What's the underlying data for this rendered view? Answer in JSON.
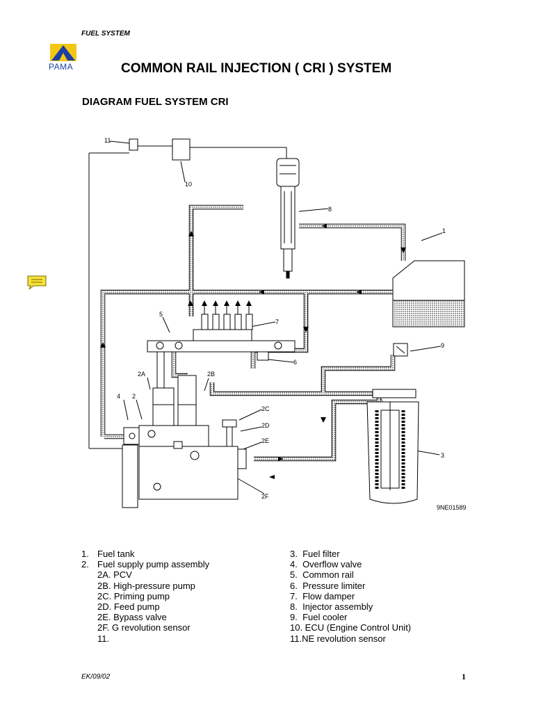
{
  "header": {
    "section": "FUEL SYSTEM"
  },
  "logo": {
    "text": "PAMA",
    "color": "#1b3fa3",
    "accent": "#f3c614"
  },
  "title": "COMMON RAIL INJECTION ( CRI ) SYSTEM",
  "subtitle": "DIAGRAM FUEL SYSTEM CRI",
  "diagram": {
    "callouts": [
      "11",
      "10",
      "8",
      "1",
      "5",
      "7",
      "9",
      "6",
      "2A",
      "2B",
      "4",
      "2",
      "2C",
      "2D",
      "2E",
      "3",
      "2F"
    ],
    "code": "9NE01589"
  },
  "legend": {
    "left": [
      {
        "num": "1.",
        "text": "Fuel tank"
      },
      {
        "num": "2.",
        "text": "Fuel supply pump assembly"
      },
      {
        "num": "",
        "text": "2A. PCV"
      },
      {
        "num": "",
        "text": "2B. High-pressure pump"
      },
      {
        "num": "",
        "text": "2C. Priming pump"
      },
      {
        "num": "",
        "text": "2D. Feed pump"
      },
      {
        "num": "",
        "text": "2E. Bypass valve"
      },
      {
        "num": "",
        "text": "2F. G revolution sensor"
      },
      {
        "num": "",
        "text": "11."
      }
    ],
    "right": [
      "3.  Fuel filter",
      "4.  Overflow valve",
      "5.  Common rail",
      "6.  Pressure limiter",
      "7.  Flow damper",
      "8.  Injector assembly",
      "9.  Fuel cooler",
      "10. ECU (Engine Control Unit)",
      "11.NE revolution sensor"
    ]
  },
  "footer": {
    "code": "EK/09/02",
    "page": "1"
  },
  "note_icon": {
    "name": "note-icon",
    "color": "#f5e23a"
  }
}
